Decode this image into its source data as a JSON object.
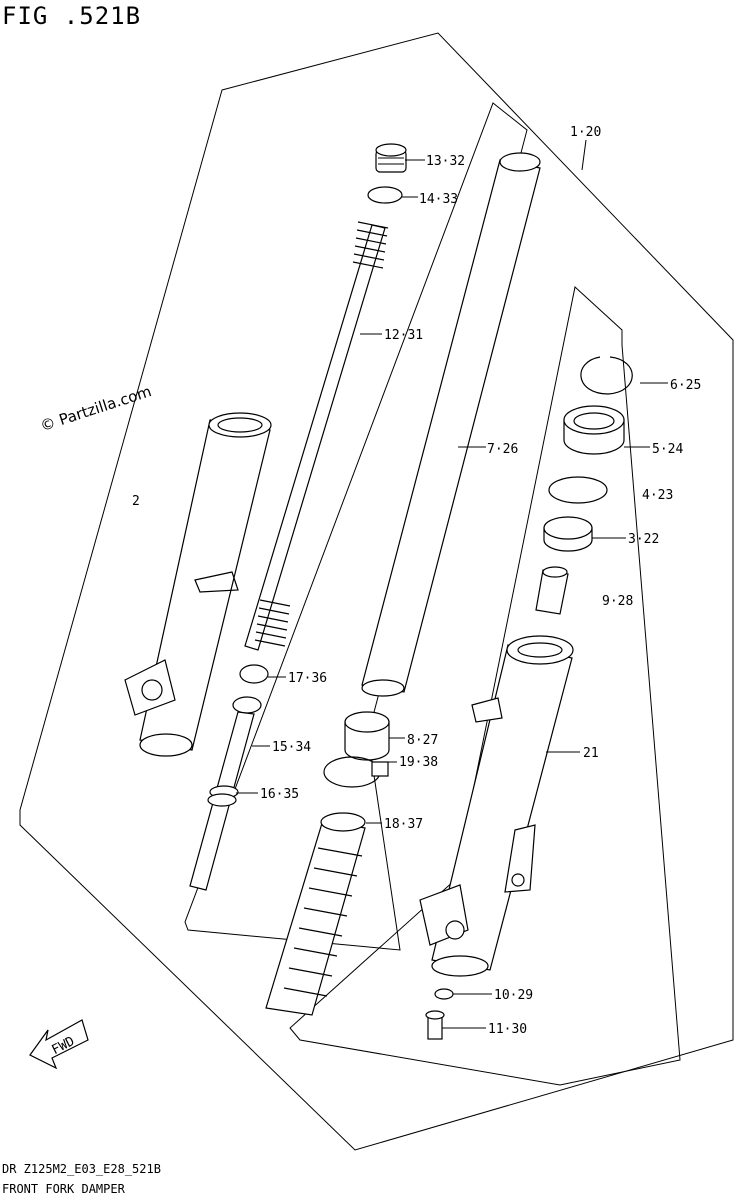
{
  "figure": {
    "title": "FIG .521B",
    "footer_code": "DR Z125M2_E03_E28_521B",
    "footer_name": "FRONT FORK DAMPER",
    "watermark": "© Partzilla.com",
    "fwd_label": "FWD"
  },
  "callouts": [
    {
      "id": "c1",
      "text": "1·20"
    },
    {
      "id": "c2",
      "text": "2"
    },
    {
      "id": "c3",
      "text": "3·22"
    },
    {
      "id": "c4",
      "text": "4·23"
    },
    {
      "id": "c5",
      "text": "5·24"
    },
    {
      "id": "c6",
      "text": "6·25"
    },
    {
      "id": "c7",
      "text": "7·26"
    },
    {
      "id": "c8",
      "text": "8·27"
    },
    {
      "id": "c9",
      "text": "9·28"
    },
    {
      "id": "c10",
      "text": "10·29"
    },
    {
      "id": "c11",
      "text": "11·30"
    },
    {
      "id": "c12",
      "text": "12·31"
    },
    {
      "id": "c13",
      "text": "13·32"
    },
    {
      "id": "c14",
      "text": "14·33"
    },
    {
      "id": "c15",
      "text": "15·34"
    },
    {
      "id": "c16",
      "text": "16·35"
    },
    {
      "id": "c17",
      "text": "17·36"
    },
    {
      "id": "c18",
      "text": "18·37"
    },
    {
      "id": "c19",
      "text": "19·38"
    },
    {
      "id": "c21",
      "text": "21"
    }
  ]
}
